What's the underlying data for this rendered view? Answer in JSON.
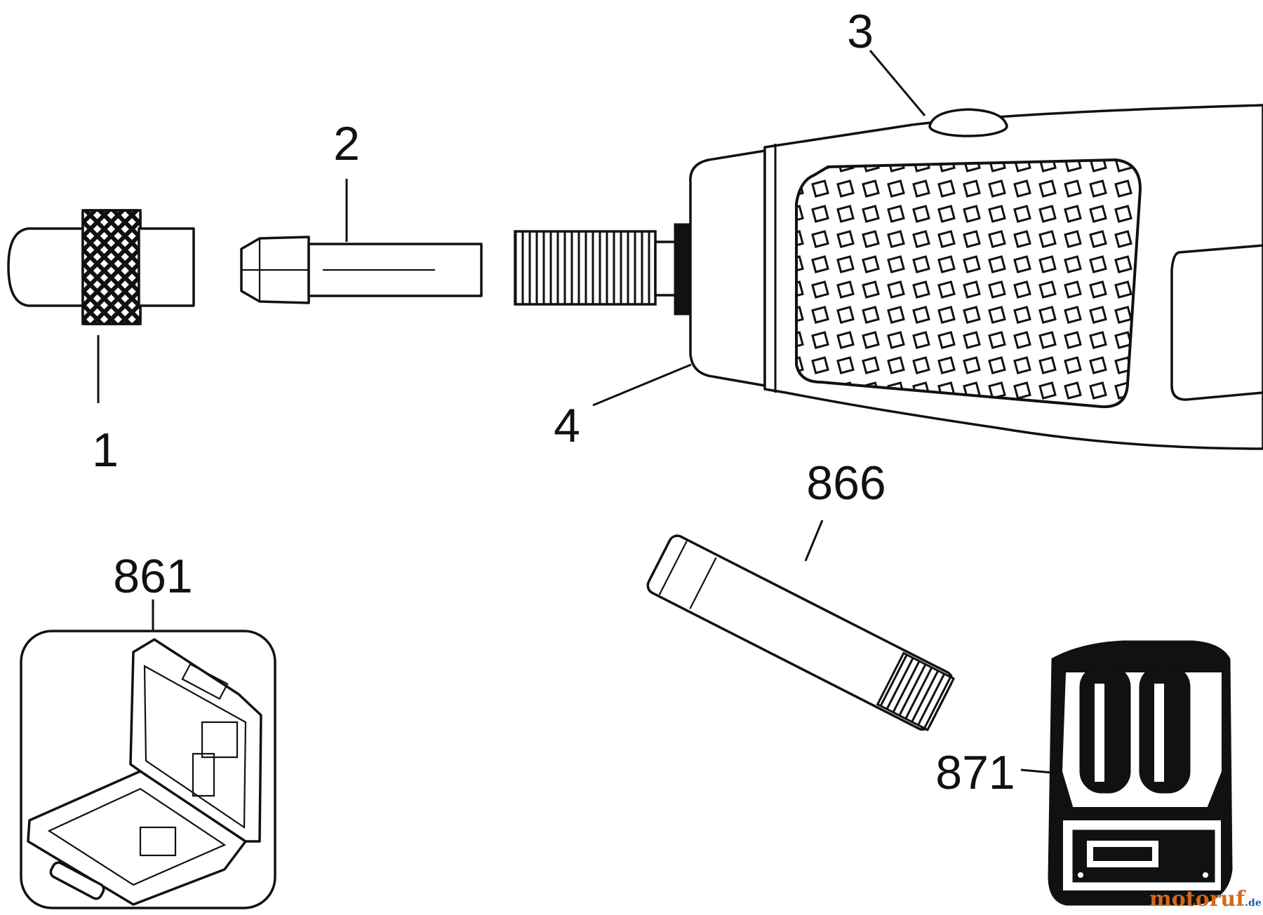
{
  "parts": [
    {
      "id": "p1",
      "label": "1",
      "name": "collet-nut"
    },
    {
      "id": "p2",
      "label": "2",
      "name": "collet"
    },
    {
      "id": "p3",
      "label": "3",
      "name": "switch-button"
    },
    {
      "id": "p4",
      "label": "4",
      "name": "nose-cap"
    },
    {
      "id": "p861",
      "label": "861",
      "name": "carry-case"
    },
    {
      "id": "p866",
      "label": "866",
      "name": "battery"
    },
    {
      "id": "p871",
      "label": "871",
      "name": "charger"
    }
  ],
  "watermark": {
    "main": "motoruf",
    "suffix": ".de",
    "color_main": "#d2691e",
    "color_accent": "#1e5fa8"
  }
}
